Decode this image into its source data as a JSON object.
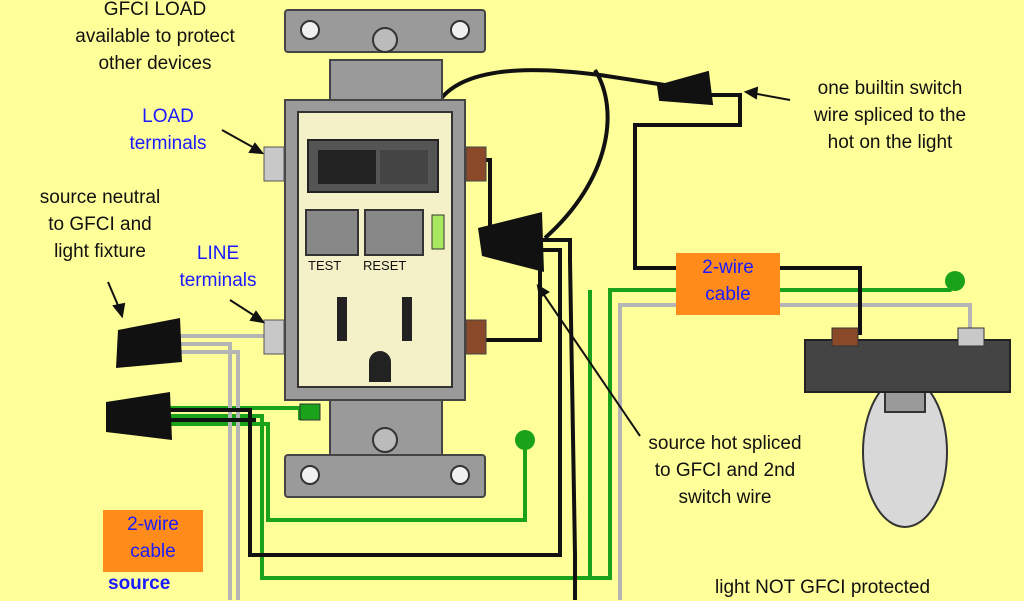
{
  "labels": {
    "gfci_load": "GFCI LOAD",
    "available_to_protect": "available to protect",
    "other_devices": "other devices",
    "load_terminals_1": "LOAD",
    "load_terminals_2": "terminals",
    "source_neutral_1": "source neutral",
    "source_neutral_2": "to GFCI and",
    "source_neutral_3": "light fixture",
    "line_terminals_1": "LINE",
    "line_terminals_2": "terminals",
    "switch_wire_1": "one builtin switch",
    "switch_wire_2": "wire spliced to the",
    "switch_wire_3": "hot on the light",
    "source_hot_1": "source hot spliced",
    "source_hot_2": "to GFCI and 2nd",
    "source_hot_3": "switch wire",
    "not_protected": "light NOT GFCI protected",
    "source": "source"
  },
  "receptacle": {
    "test": "TEST",
    "reset": "RESET"
  },
  "cables": {
    "right_line1": "2-wire",
    "right_line2": "cable",
    "left_line1": "2-wire",
    "left_line2": "cable"
  },
  "colors": {
    "background": "#ffff99",
    "hot_wire": "#000000",
    "neutral_wire": "#b0b0b0",
    "ground_wire": "#1aa31a",
    "cable_box": "#ff8c1a",
    "brass_terminal": "#8a4a2a",
    "silver_terminal": "#c8c8c8"
  }
}
